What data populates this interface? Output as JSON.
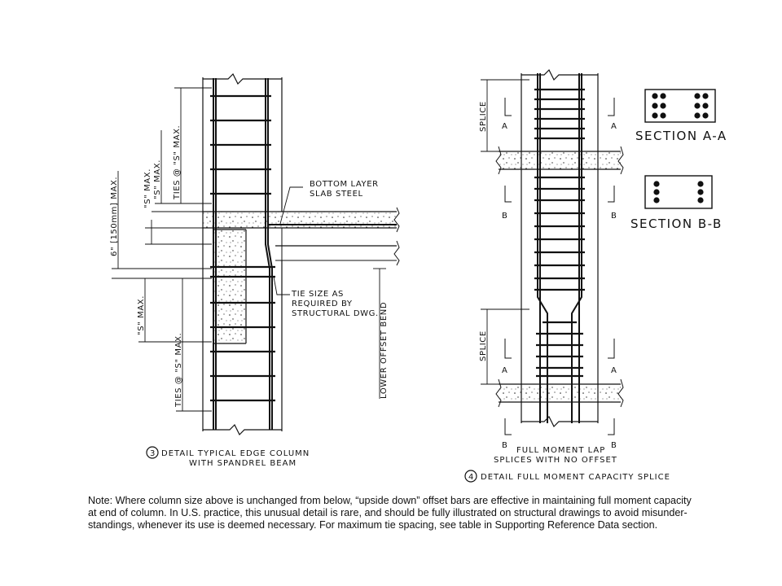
{
  "detail3": {
    "label_bottom_layer": [
      "BOTTOM LAYER",
      "SLAB STEEL"
    ],
    "label_tie_size": [
      "TIE SIZE AS",
      "REQUIRED BY",
      "STRUCTURAL DWG."
    ],
    "dim_ties_upper": "TIES @ \"S\" MAX.",
    "dim_s_upper": "\"S\" MAX.",
    "dim_s_small": "\"S\" MAX.",
    "dim_6in": "6\" [150mm] MAX.",
    "dim_s_lower": "\"S\" MAX.",
    "dim_ties_lower": "TIES @ \"S\" MAX.",
    "lower_offset_bend": "LOWER OFFSET BEND",
    "callout_number": "3",
    "caption": [
      "DETAIL TYPICAL EDGE COLUMN",
      "WITH SPANDREL BEAM"
    ]
  },
  "detail4": {
    "splice_upper": "SPLICE",
    "splice_lower": "SPLICE",
    "cut_a": "A",
    "cut_b": "B",
    "section_aa": "SECTION A-A",
    "section_bb": "SECTION B-B",
    "sub_caption": [
      "FULL MOMENT LAP",
      "SPLICES WITH NO OFFSET"
    ],
    "callout_number": "4",
    "caption": "DETAIL FULL MOMENT CAPACITY SPLICE"
  },
  "note": {
    "line1": "Note: Where column size above is unchanged from below, “upside down” offset bars are effective in maintaining full moment capacity",
    "line2": "at end of column. In U.S. practice, this unusual detail is rare, and should be fully illustrated on structural drawings to avoid misunder-",
    "line3": "standings, whenever its use is deemed necessary. For maximum tie spacing, see table in Supporting Reference Data section."
  }
}
